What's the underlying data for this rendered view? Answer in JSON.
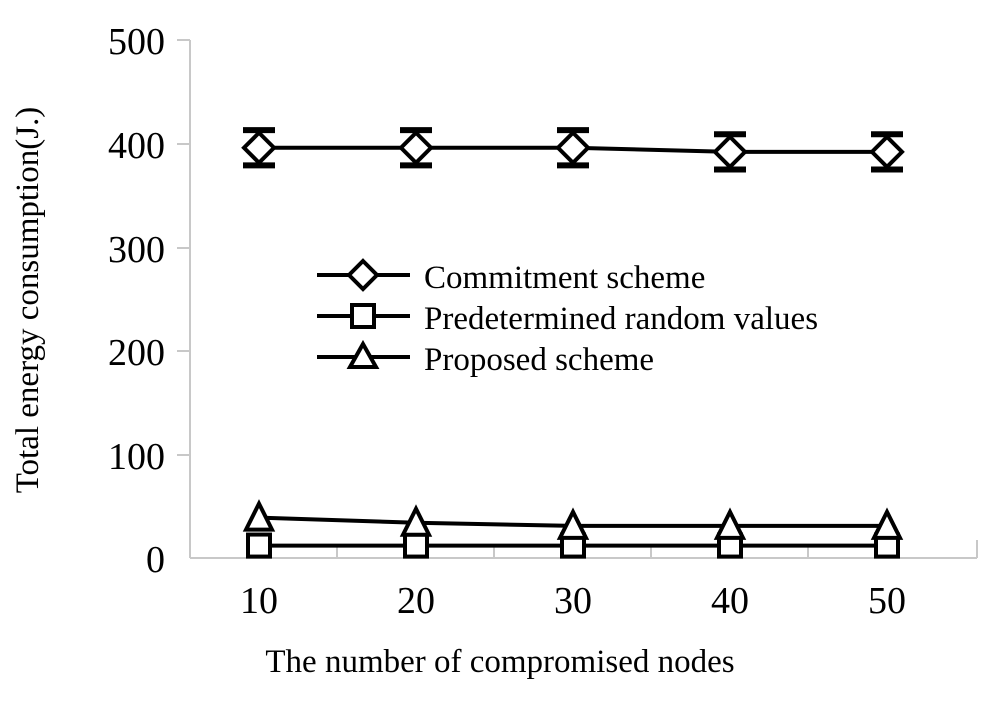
{
  "chart_data": {
    "type": "line",
    "title": "",
    "xlabel": "The number of compromised nodes",
    "ylabel": "Total energy consumption(J.)",
    "x": [
      10,
      20,
      30,
      40,
      50
    ],
    "xtick_labels": [
      "10",
      "20",
      "30",
      "40",
      "50"
    ],
    "ytick_labels": [
      "0",
      "100",
      "200",
      "300",
      "400",
      "500"
    ],
    "yticks": [
      0,
      100,
      200,
      300,
      400,
      500
    ],
    "xlim": [
      5,
      55
    ],
    "ylim": [
      0,
      500
    ],
    "grid": false,
    "legend_position": "center-left",
    "series": [
      {
        "name": "Commitment scheme",
        "marker": "diamond",
        "values": [
          396,
          396,
          396,
          392,
          392
        ],
        "errors": [
          17,
          17,
          17,
          17,
          17
        ]
      },
      {
        "name": "Predetermined random values",
        "marker": "square",
        "values": [
          12,
          12,
          12,
          12,
          12
        ],
        "errors": [
          0,
          0,
          0,
          0,
          0
        ]
      },
      {
        "name": "Proposed scheme",
        "marker": "triangle",
        "values": [
          39,
          34,
          31,
          31,
          31
        ],
        "errors": [
          0,
          0,
          0,
          0,
          0
        ]
      }
    ]
  },
  "axes": {
    "y_title": "Total energy consumption(J.)",
    "x_title": "The number of compromised nodes",
    "y_ticks": [
      "500",
      "400",
      "300",
      "200",
      "100",
      "0"
    ],
    "x_ticks": [
      "10",
      "20",
      "30",
      "40",
      "50"
    ]
  },
  "legend": {
    "entries": [
      {
        "label": "Commitment scheme",
        "marker": "diamond-marker-icon"
      },
      {
        "label": "Predetermined random values",
        "marker": "square-marker-icon"
      },
      {
        "label": "Proposed scheme",
        "marker": "triangle-marker-icon"
      }
    ]
  },
  "colors": {
    "line": "#000000",
    "axis": "#c8c8c8",
    "text": "#000000",
    "background": "#ffffff"
  }
}
